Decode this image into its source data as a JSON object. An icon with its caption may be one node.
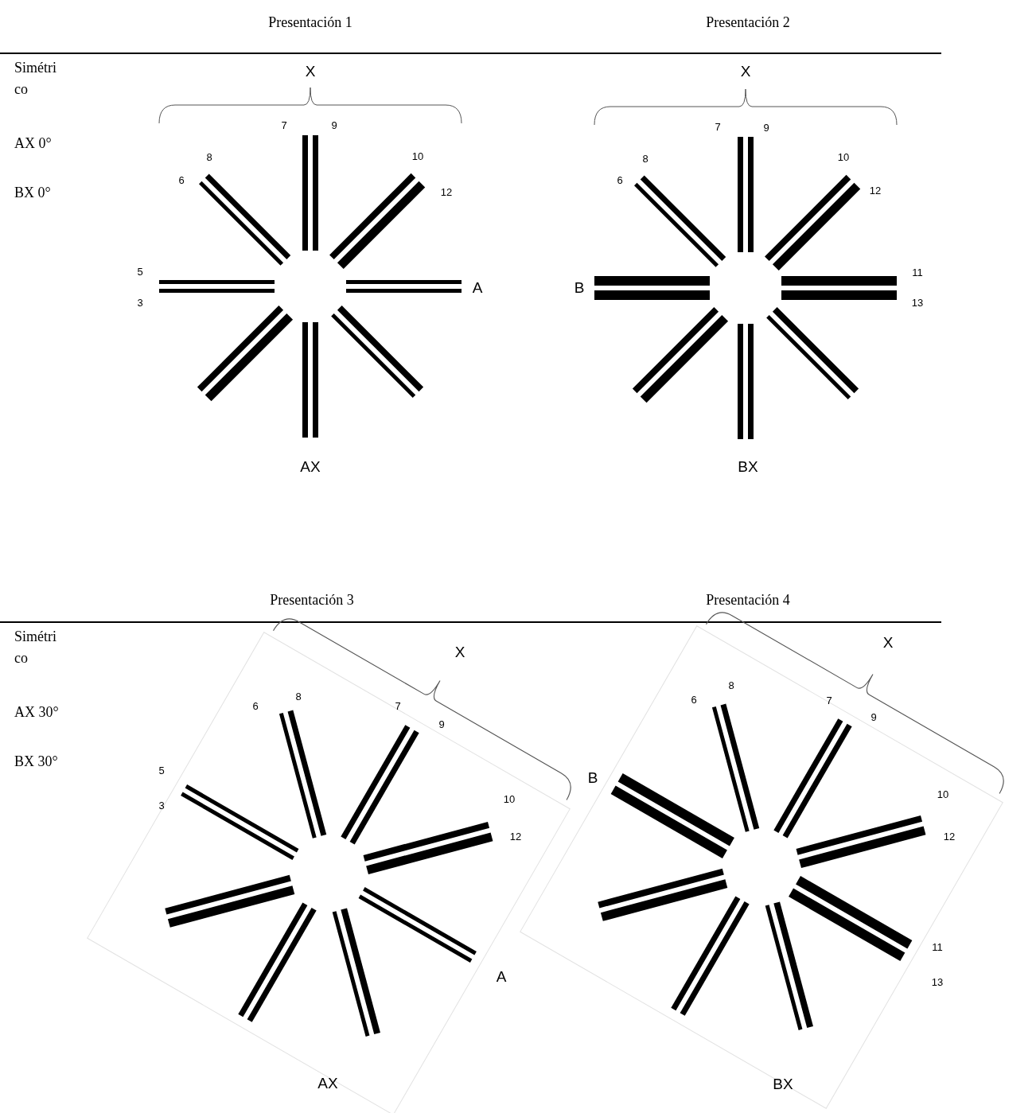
{
  "diagram": {
    "labels": [
      "Presentación 1",
      "Presentación 2",
      "Simétrico",
      "AX 0°",
      "BX 0°",
      "X",
      "7",
      "9",
      "8",
      "10",
      "6",
      "12",
      "5",
      "3",
      "A",
      "AX",
      "X",
      "7",
      "9",
      "8",
      "10",
      "6",
      "12",
      "B",
      "11",
      "13",
      "BX",
      "Presentación 3",
      "Presentación 4",
      "Simétrico",
      "AX 30°",
      "BX 30°",
      "X",
      "6",
      "8",
      "7",
      "9",
      "5",
      "3",
      "10",
      "12",
      "A",
      "AX",
      "X",
      "6",
      "8",
      "7",
      "9",
      "B",
      "10",
      "12",
      "11",
      "13",
      "BX"
    ]
  }
}
